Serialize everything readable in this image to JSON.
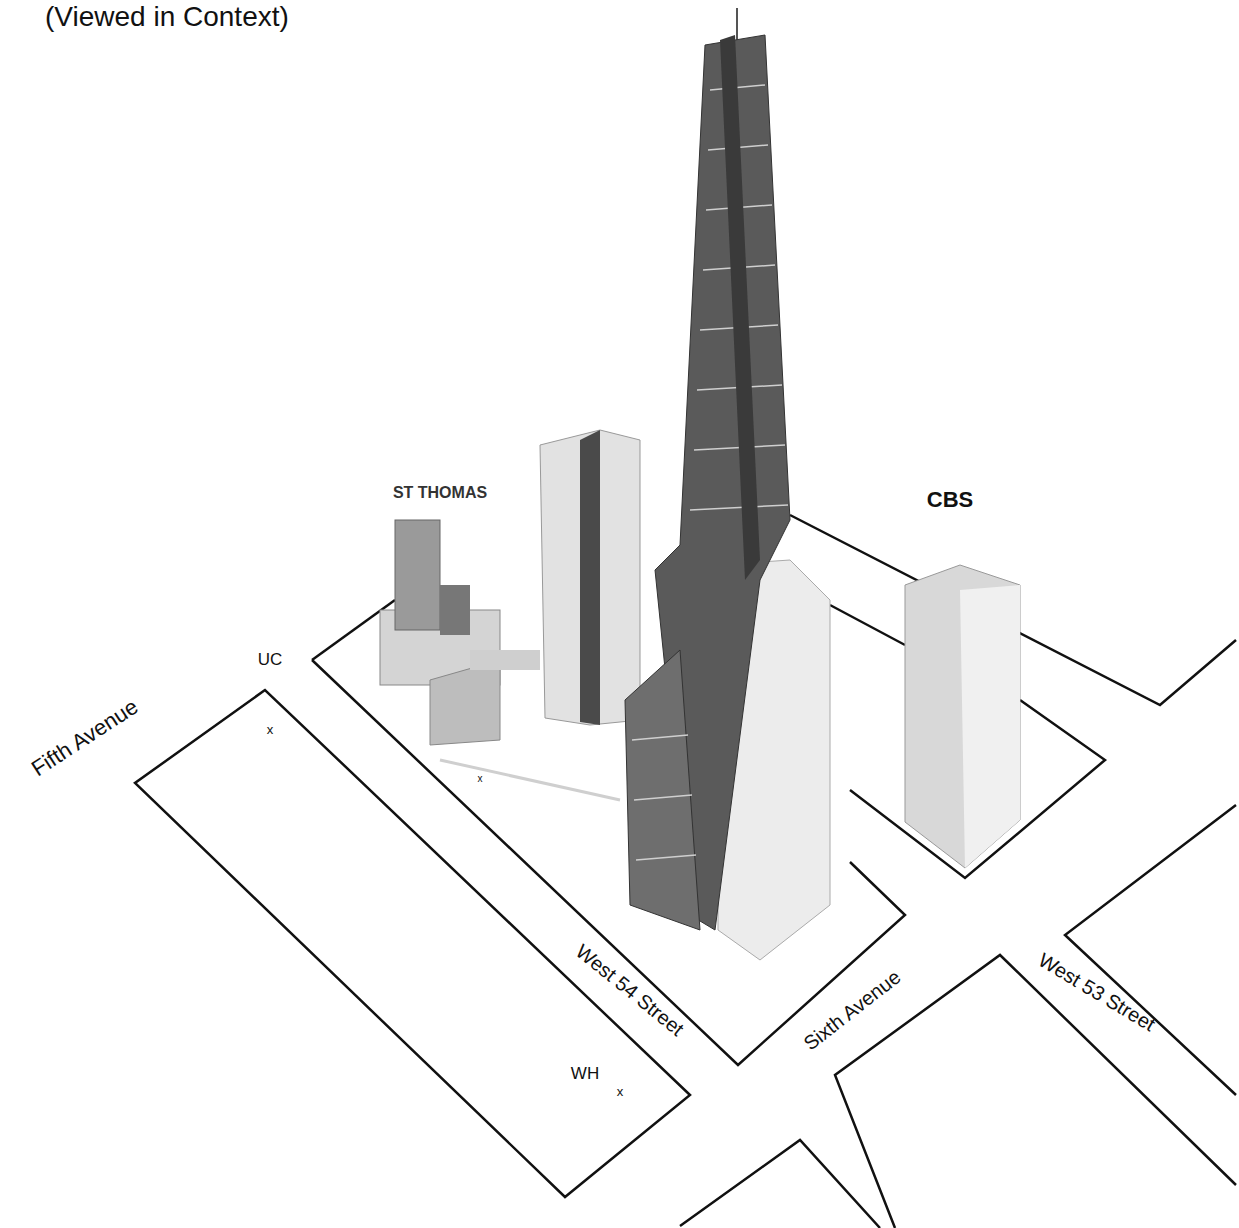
{
  "diagram": {
    "title": "(Viewed in Context)",
    "labels": [
      "ST THOMAS",
      "CBS",
      "UC",
      "x",
      "x",
      "Fifth Avenue",
      "West 54 Street",
      "WH",
      "x",
      "Sixth Avenue",
      "West 53 Street"
    ]
  }
}
